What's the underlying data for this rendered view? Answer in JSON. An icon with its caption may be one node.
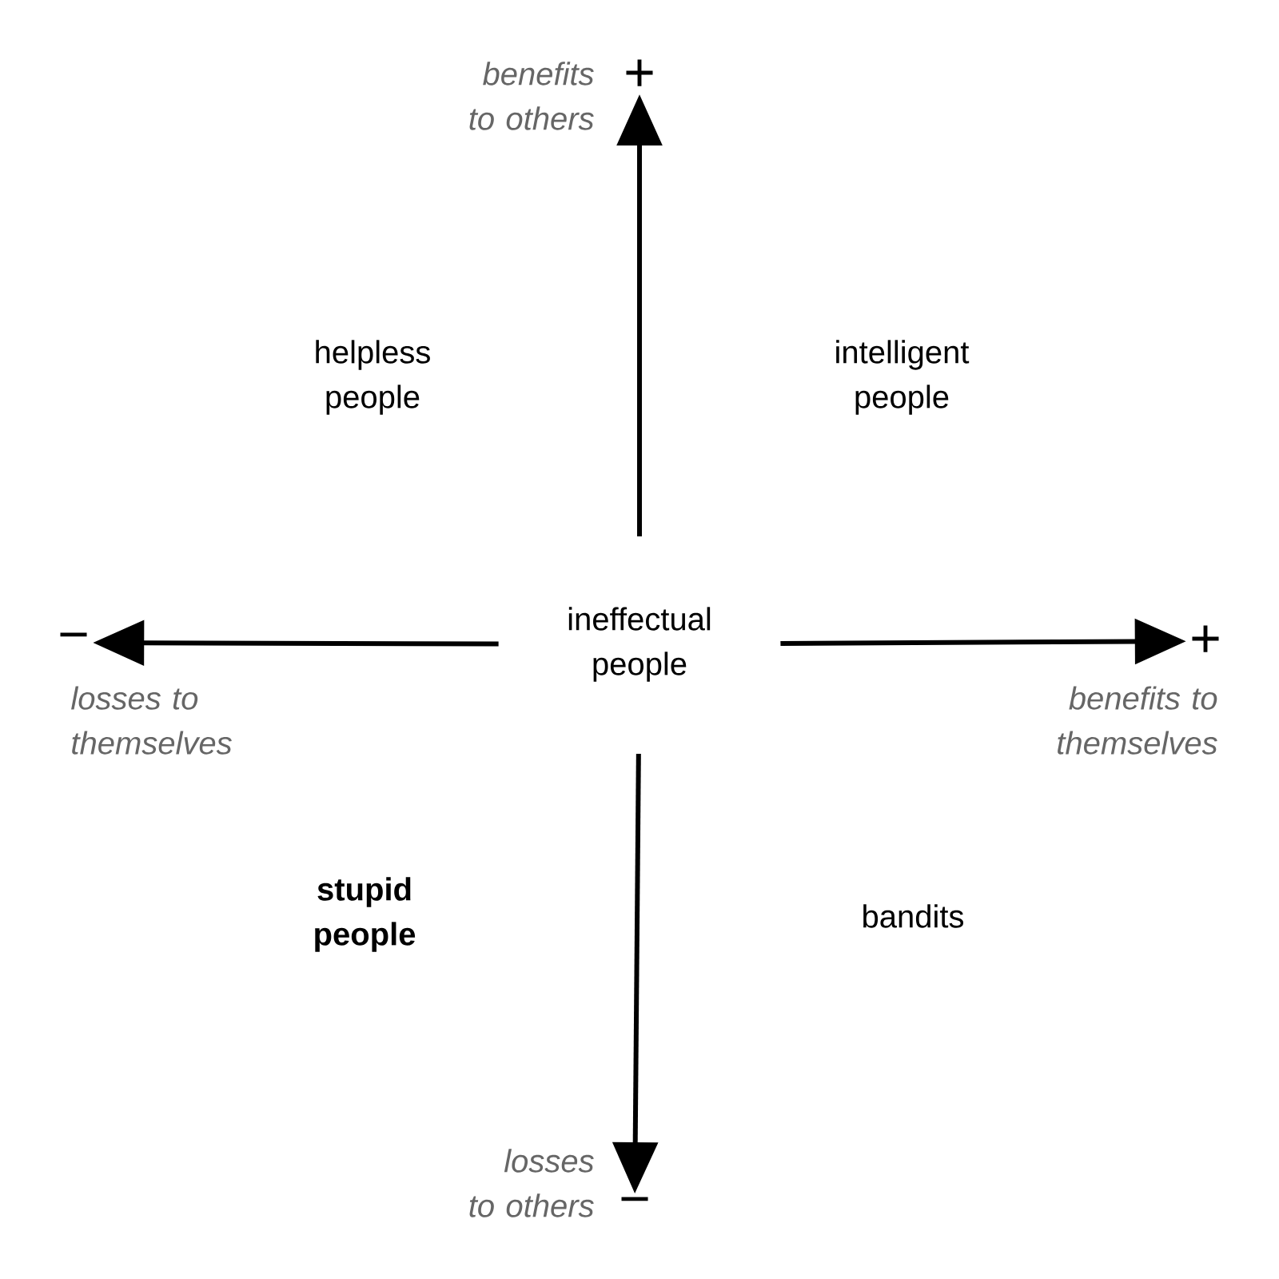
{
  "diagram": {
    "nodes": [
      {
        "text": [
          "ineffectual people"
        ]
      },
      {
        "text": [
          "+"
        ],
        "beside": [
          "benefits to others"
        ]
      },
      {
        "text": [
          "+"
        ],
        "beside": [
          "benefits to themselves"
        ]
      },
      {
        "text": [
          "−"
        ],
        "beside": [
          "losses to others"
        ]
      },
      {
        "text": [
          "−"
        ],
        "beside": [
          "losses to themselves"
        ]
      }
    ],
    "edges": [
      {
        "from": 0,
        "to": 1,
        "arrow": "to"
      },
      {
        "from": 0,
        "to": 2,
        "arrow": "to"
      },
      {
        "from": 0,
        "to": 3,
        "arrow": "to"
      },
      {
        "from": 0,
        "to": 4,
        "arrow": "to"
      }
    ],
    "labels": [
      "helpless people",
      "intelligent people",
      "stupid people",
      "bandits"
    ]
  }
}
